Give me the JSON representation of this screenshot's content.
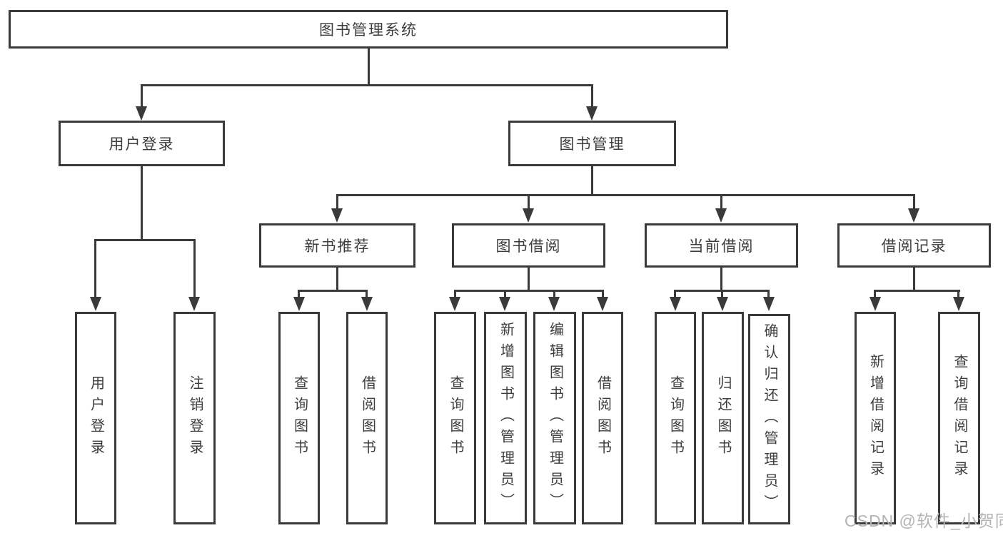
{
  "diagram": {
    "root": "图书管理系统",
    "branches": [
      {
        "label": "用户登录",
        "children": [
          "用户登录",
          "注销登录"
        ]
      },
      {
        "label": "图书管理",
        "children": [
          {
            "label": "新书推荐",
            "children": [
              "查询图书",
              "借阅图书"
            ]
          },
          {
            "label": "图书借阅",
            "children": [
              "查询图书",
              "新增图书（管理员）",
              "编辑图书（管理员）",
              "借阅图书"
            ]
          },
          {
            "label": "当前借阅",
            "children": [
              "查询图书",
              "归还图书",
              "确认归还（管理员）"
            ]
          },
          {
            "label": "借阅记录",
            "children": [
              "新增借阅记录",
              "查询借阅记录"
            ]
          }
        ]
      }
    ]
  },
  "watermark": "CSDN @软件_小贺同学",
  "colors": {
    "line": "#3a3a3a",
    "text": "#3d3d3d",
    "wm": "#b4b4b4",
    "background": "#ffffff"
  }
}
